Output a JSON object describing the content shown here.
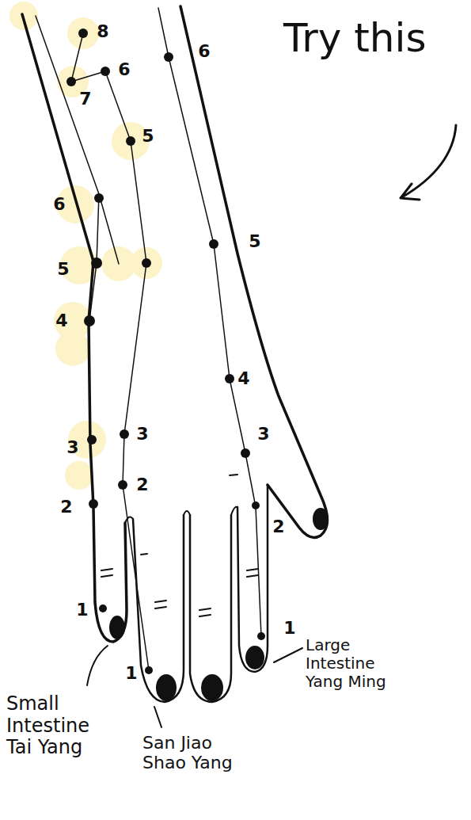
{
  "diagram": {
    "labels": [
      "8",
      "6",
      "Try this",
      "6",
      "7",
      "5",
      "6",
      "5",
      "5",
      "4",
      "4",
      "3",
      "3",
      "3",
      "2",
      "2",
      "2",
      "1",
      "1",
      "1",
      "Small Intestine Tai Yang",
      "San Jiao Shao Yang",
      "Large Intestine Yang Ming"
    ]
  }
}
